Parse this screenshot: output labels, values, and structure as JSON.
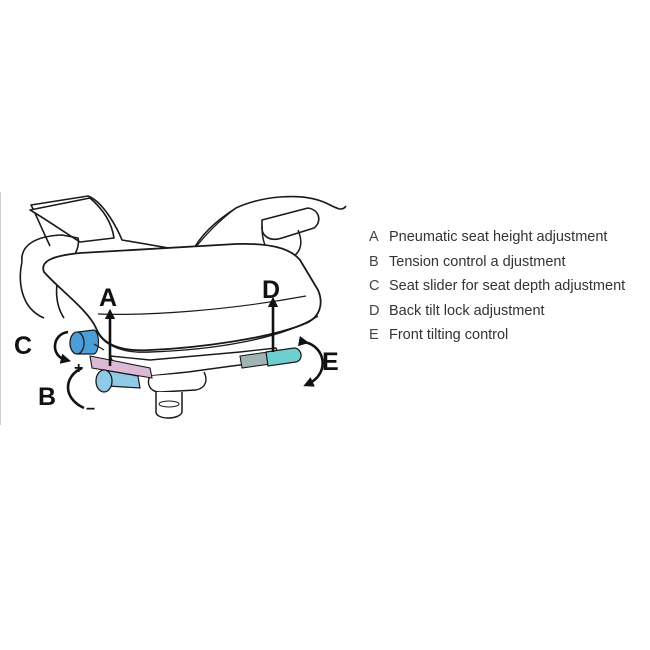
{
  "diagram": {
    "labels": {
      "a": "A",
      "b": "B",
      "c": "C",
      "d": "D",
      "e": "E"
    },
    "signs": {
      "plus": "+",
      "minus": "−"
    },
    "colors": {
      "outline": "#1a1a1a",
      "knob_c": "#4a9fd8",
      "lever_b": "#8fcbe6",
      "slider_pink": "#dcbad6",
      "lever_d": "#9fb5b3",
      "lever_e": "#6fcfcf"
    }
  },
  "legend": {
    "items": [
      {
        "letter": "A",
        "text": "Pneumatic seat height adjustment"
      },
      {
        "letter": "B",
        "text": "Tension control a djustment"
      },
      {
        "letter": "C",
        "text": "Seat slider for seat depth adjustment"
      },
      {
        "letter": "D",
        "text": "Back tilt lock adjustment"
      },
      {
        "letter": "E",
        "text": "Front tilting control"
      }
    ]
  }
}
